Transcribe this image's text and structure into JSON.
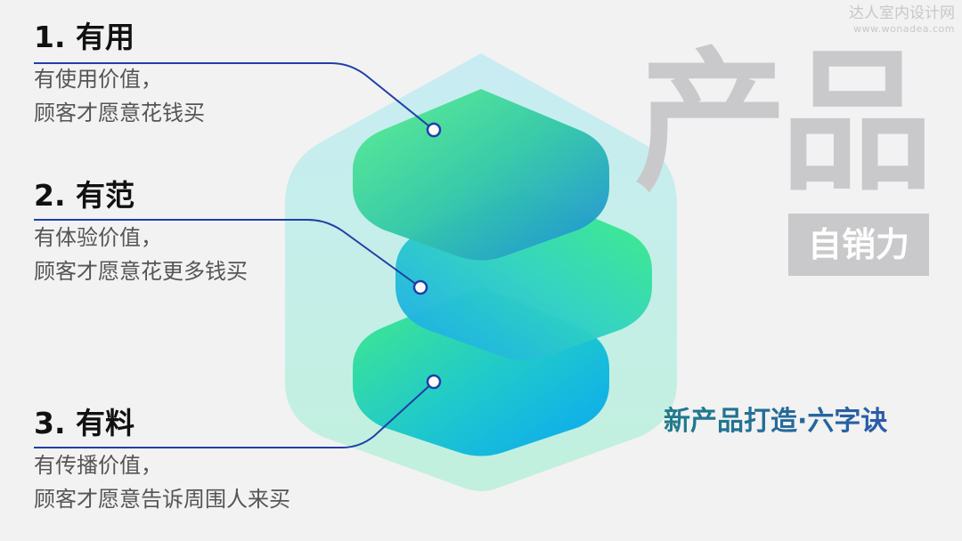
{
  "watermark": {
    "name": "达人室内设计网",
    "url": "www.wonadea.com"
  },
  "points": [
    {
      "title": "1. 有用",
      "lines": [
        "有使用价值，",
        "顾客才愿意花钱买"
      ]
    },
    {
      "title": "2. 有范",
      "lines": [
        "有体验价值，",
        "顾客才愿意花更多钱买"
      ]
    },
    {
      "title": "3. 有料",
      "lines": [
        "有传播价值，",
        "顾客才愿意告诉周围人来买"
      ]
    }
  ],
  "product_label": "产品",
  "product_tag": "自销力",
  "subtitle": "新产品打造·六字诀",
  "colors": {
    "hexagon": "#cdeef0",
    "layer_green": "#3ce88c",
    "layer_blue": "#1aa8e8",
    "leader_line": "#1f3fa8",
    "watermark": "#c8c8c8",
    "product_gray": "#c9c9cb"
  },
  "icons": [
    "stacked-layers-icon",
    "hexagon-shape"
  ]
}
